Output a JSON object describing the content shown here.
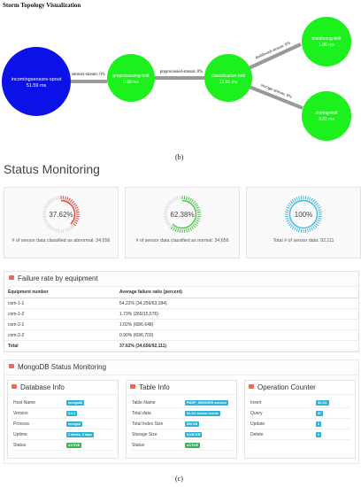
{
  "topology": {
    "title": "Storm Topology Visualization",
    "nodes": [
      {
        "name": "incomingsensors-spout",
        "latency": "51.59 ms",
        "color": "#0b12e8"
      },
      {
        "name": "preprocessing-bolt",
        "latency": "0.86 ms",
        "color": "#1df11d"
      },
      {
        "name": "classification-bolt",
        "latency": "12.01 ms",
        "color": "#1df11d"
      },
      {
        "name": "monitoring-bolt",
        "latency": "1.06 ms",
        "color": "#1df11d"
      },
      {
        "name": "storing-bolt",
        "latency": "3.01 ms",
        "color": "#1df11d"
      }
    ],
    "edges": [
      {
        "label": "sensors-stream: 0%"
      },
      {
        "label": "preprocessed-stream: 0%"
      },
      {
        "label": "dashboard-stream: 0%"
      },
      {
        "label": "storage-stream: 0%"
      }
    ],
    "sub_label": "(b)"
  },
  "status": {
    "title": "Status Monitoring",
    "cards": [
      {
        "value": "37.62%",
        "caption": "# of sensor data classified as abnormal: 34,656",
        "color": "#e0433c",
        "fraction": 0.3762
      },
      {
        "value": "62.38%",
        "caption": "# of sensor data classified as normal: 34,656",
        "color": "#4ec44a",
        "fraction": 0.6238
      },
      {
        "value": "100%",
        "caption": "Total # of sensor data: 92,111",
        "color": "#45b9e0",
        "fraction": 1.0
      }
    ]
  },
  "failure": {
    "title": "Failure rate by equipment",
    "columns": [
      "Equipment number",
      "Average failure ratio (percent)"
    ],
    "rows": [
      [
        "com-1-1",
        "54.22% (34,259/63,184)"
      ],
      [
        "com-1-2",
        "1.73% (269/15,576)"
      ],
      [
        "com-2-1",
        "1.02% (68/6,648)"
      ],
      [
        "com-2-2",
        "0.90% (60/6,703)"
      ],
      [
        "Total",
        "37.62% (34,656/92,111)"
      ]
    ]
  },
  "mongo": {
    "title": "MongoDB Status Monitoring",
    "database": {
      "title": "Database Info",
      "items": [
        {
          "key": "Host Name",
          "value": "mongodb"
        },
        {
          "key": "Version",
          "value": "3.2.1"
        },
        {
          "key": "Process",
          "value": "mongod"
        },
        {
          "key": "Uptime",
          "value": "2 weeks, 2 days"
        },
        {
          "key": "Status",
          "value": "ACTIVE"
        }
      ]
    },
    "table": {
      "title": "Table Info",
      "items": [
        {
          "key": "Table Name",
          "value": "PMGP_SENSORS sensors"
        },
        {
          "key": "Total data",
          "value": "92,111 sensor events"
        },
        {
          "key": "Total Index Size",
          "value": "800 KB"
        },
        {
          "key": "Storage Size",
          "value": "9,630 KB"
        },
        {
          "key": "Status",
          "value": "ACTIVE"
        }
      ]
    },
    "ops": {
      "title": "Operation Counter",
      "items": [
        {
          "key": "Insert",
          "value": "92,111"
        },
        {
          "key": "Query",
          "value": "57"
        },
        {
          "key": "Update",
          "value": "0"
        },
        {
          "key": "Delete",
          "value": "0"
        }
      ]
    }
  },
  "caption_c": "(c)"
}
